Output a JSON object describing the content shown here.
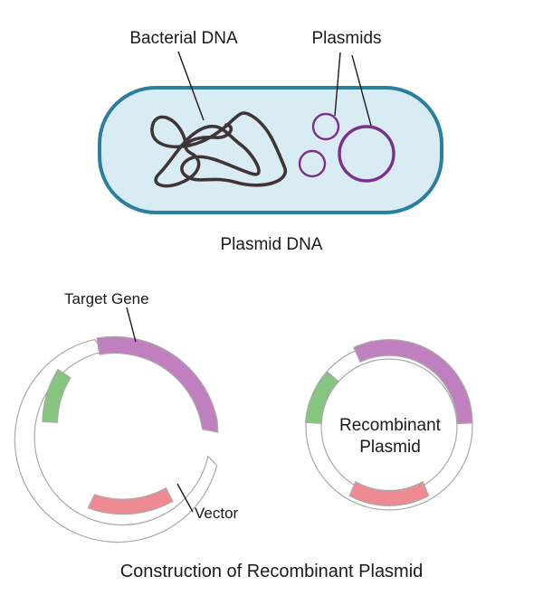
{
  "top_panel": {
    "label_bacterial_dna": "Bacterial DNA",
    "label_plasmids": "Plasmids",
    "caption": "Plasmid DNA"
  },
  "bottom_panel": {
    "label_target_gene": "Target Gene",
    "label_vector": "Vector",
    "recombinant_label_line1": "Recombinant",
    "recombinant_label_line2": "Plasmid",
    "caption": "Construction of Recombinant Plasmid"
  },
  "colors": {
    "cell_fill": "#d9ecf3",
    "cell_stroke": "#2a7e9e",
    "bacterial_dna": "#3f3438",
    "plasmid": "#7b2f8e",
    "target_gene": "#c080bf",
    "green_segment": "#86c580",
    "pink_segment": "#ee8a92",
    "ring_stroke": "#a9a9a9"
  }
}
